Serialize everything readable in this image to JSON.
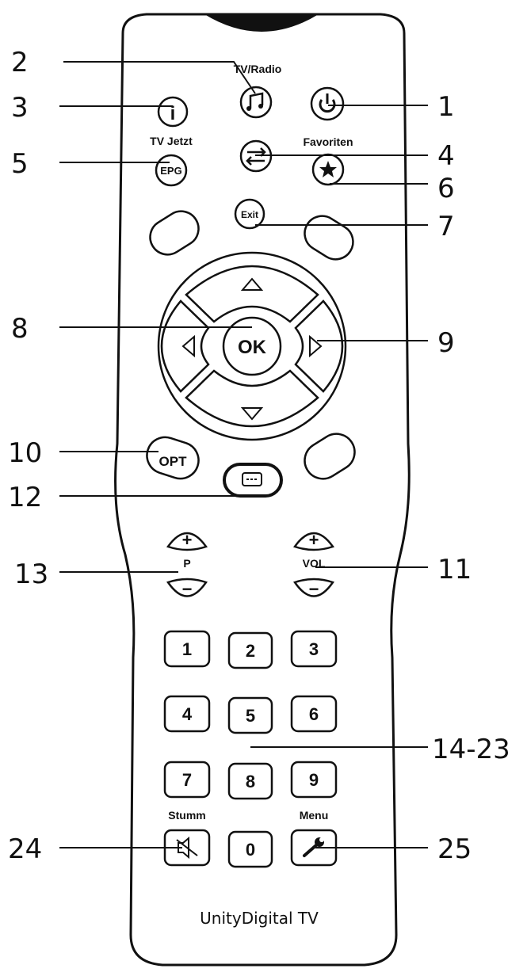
{
  "brand": "UnityDigital TV",
  "labels": {
    "tv_radio": "TV/Radio",
    "tv_jetzt": "TV Jetzt",
    "favoriten": "Favoriten",
    "p": "P",
    "vol": "VOL",
    "stumm": "Stumm",
    "menu": "Menu"
  },
  "buttons": {
    "epg": "EPG",
    "exit": "Exit",
    "ok": "OK",
    "opt": "OPT",
    "info": "i",
    "p_plus": "+",
    "p_minus": "−",
    "vol_plus": "+",
    "vol_minus": "−",
    "digits": [
      "1",
      "2",
      "3",
      "4",
      "5",
      "6",
      "7",
      "8",
      "9",
      "0"
    ]
  },
  "icons": {
    "power": "power-icon",
    "music": "music-note-icon",
    "swap": "swap-arrows-icon",
    "star": "star-icon",
    "teletext": "teletext-icon",
    "mute": "mute-speaker-icon",
    "menu": "wrench-icon"
  },
  "callouts": [
    "1",
    "2",
    "3",
    "4",
    "5",
    "6",
    "7",
    "8",
    "9",
    "10",
    "11",
    "12",
    "13",
    "14-23",
    "24",
    "25"
  ]
}
